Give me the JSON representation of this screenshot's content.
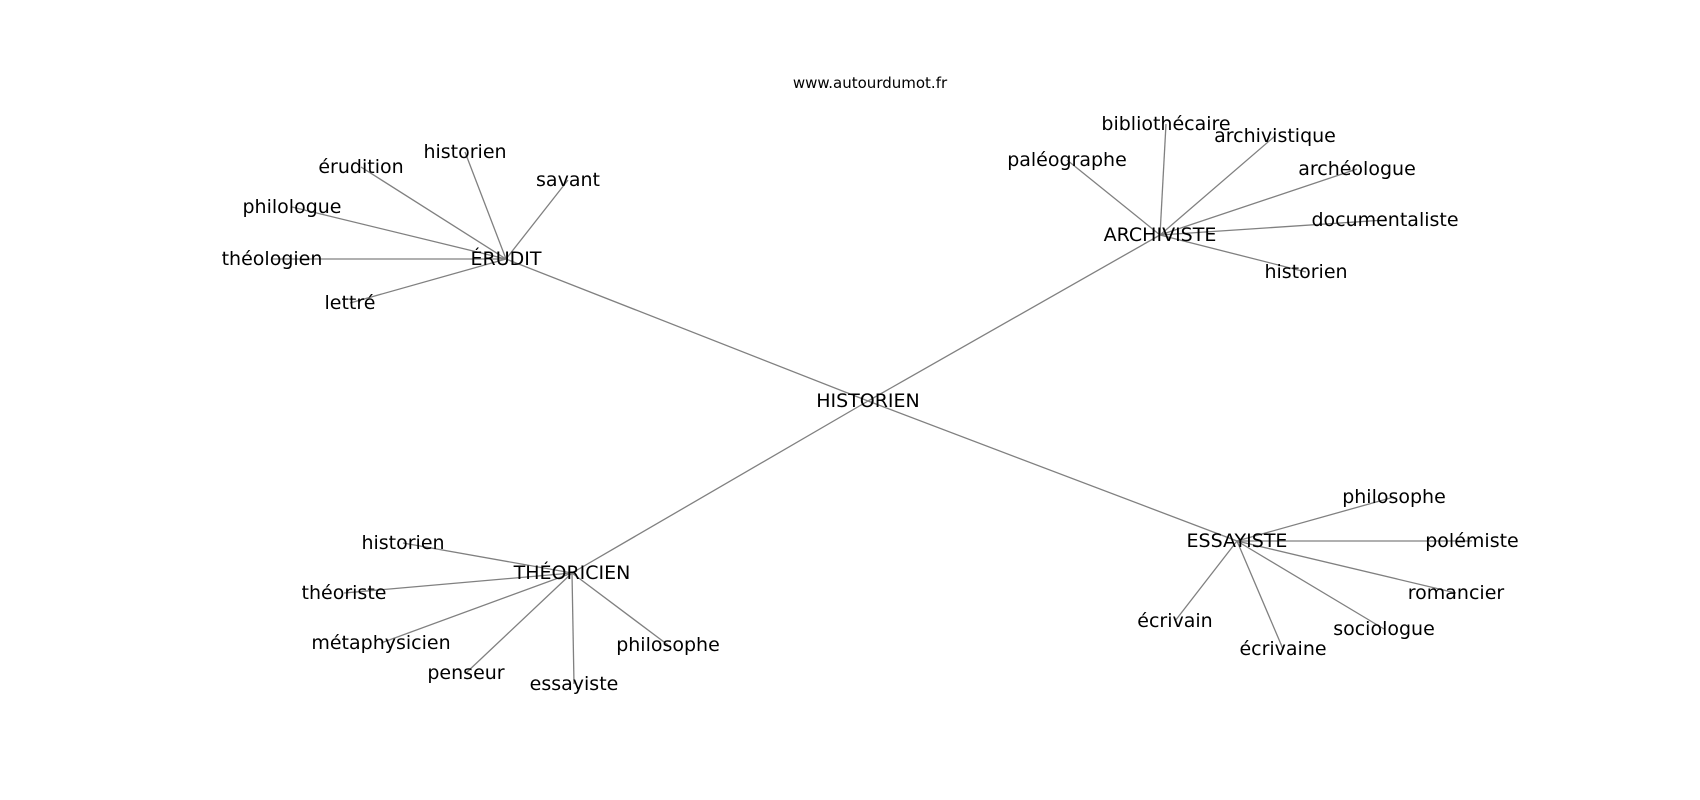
{
  "site": "www.autourdumot.fr",
  "colors": {
    "edge": "#808080",
    "text": "#000000",
    "background": "#ffffff"
  },
  "center": {
    "label": "HISTORIEN"
  },
  "clusters": [
    {
      "id": "erudit",
      "label": "ÉRUDIT",
      "leaves": [
        "érudition",
        "historien",
        "savant",
        "philologue",
        "théologien",
        "lettré"
      ]
    },
    {
      "id": "archiviste",
      "label": "ARCHIVISTE",
      "leaves": [
        "paléographe",
        "bibliothécaire",
        "archivistique",
        "archéologue",
        "documentaliste",
        "historien"
      ]
    },
    {
      "id": "theoricien",
      "label": "THÉORICIEN",
      "leaves": [
        "historien",
        "théoriste",
        "métaphysicien",
        "penseur",
        "essayiste",
        "philosophe"
      ]
    },
    {
      "id": "essayiste",
      "label": "ESSAYISTE",
      "leaves": [
        "philosophe",
        "polémiste",
        "romancier",
        "sociologue",
        "écrivaine",
        "écrivain"
      ]
    }
  ]
}
